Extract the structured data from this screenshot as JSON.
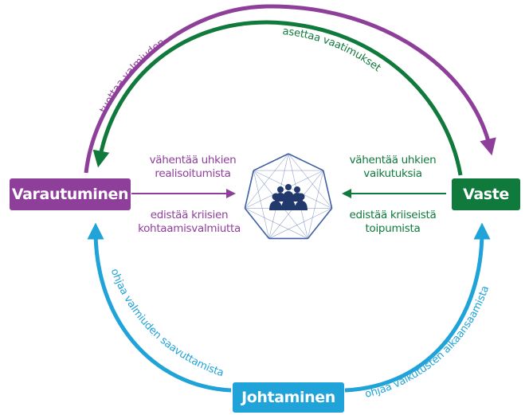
{
  "colors": {
    "purple": "#8e3f9a",
    "green": "#0f7a3c",
    "blue": "#1fa3d8",
    "polygon": "#3f5fa3",
    "people": "#22396e"
  },
  "nodes": {
    "varautuminen": "Varautuminen",
    "vaste": "Vaste",
    "johtaminen": "Johtaminen"
  },
  "arc_labels": {
    "top_outer": "tuottaa valmiuden",
    "top_inner": "asettaa vaatimukset",
    "bottom_left": "ohjaa valmiuden saavuttamista",
    "bottom_right": "ohjaa vaikutusten aikaansaamista"
  },
  "center_labels": {
    "left_top": [
      "vähentää uhkien",
      "realisoitumista"
    ],
    "left_bottom": [
      "edistää kriisien",
      "kohtaamisvalmiutta"
    ],
    "right_top": [
      "vähentää uhkien",
      "vaikutuksia"
    ],
    "right_bottom": [
      "edistää kriiseistä",
      "toipumista"
    ]
  },
  "center_icon": "people-group-icon"
}
